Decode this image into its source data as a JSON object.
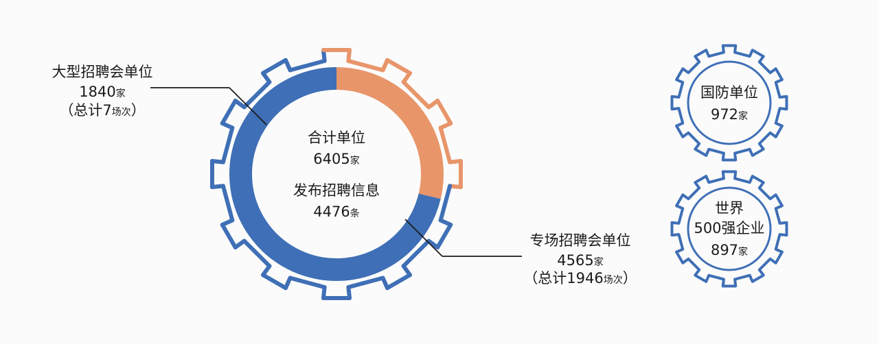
{
  "chart_data": [
    {
      "type": "pie",
      "center_label": {
        "line1": "合计单位",
        "line2_value": "6405",
        "line2_unit": "家",
        "line3": "发布招聘信息",
        "line4_value": "4476",
        "line4_unit": "条"
      },
      "slices": [
        {
          "name": "大型招聘会单位",
          "value": 1840,
          "unit": "家",
          "note_prefix": "（总计",
          "note_value": "7",
          "note_unit": "场次",
          "note_suffix": "）",
          "color": "#e8956a"
        },
        {
          "name": "专场招聘会单位",
          "value": 4565,
          "unit": "家",
          "note_prefix": "（总计",
          "note_value": "1946",
          "note_unit": "场次",
          "note_suffix": "）",
          "color": "#3f6fb6"
        }
      ]
    },
    {
      "type": "table",
      "items": [
        {
          "line1": "国防单位",
          "value": "972",
          "unit": "家",
          "color": "#3f6fb6"
        },
        {
          "line1": "世界",
          "line2": "500强企业",
          "value": "897",
          "unit": "家",
          "color": "#3f6fb6"
        }
      ]
    }
  ]
}
